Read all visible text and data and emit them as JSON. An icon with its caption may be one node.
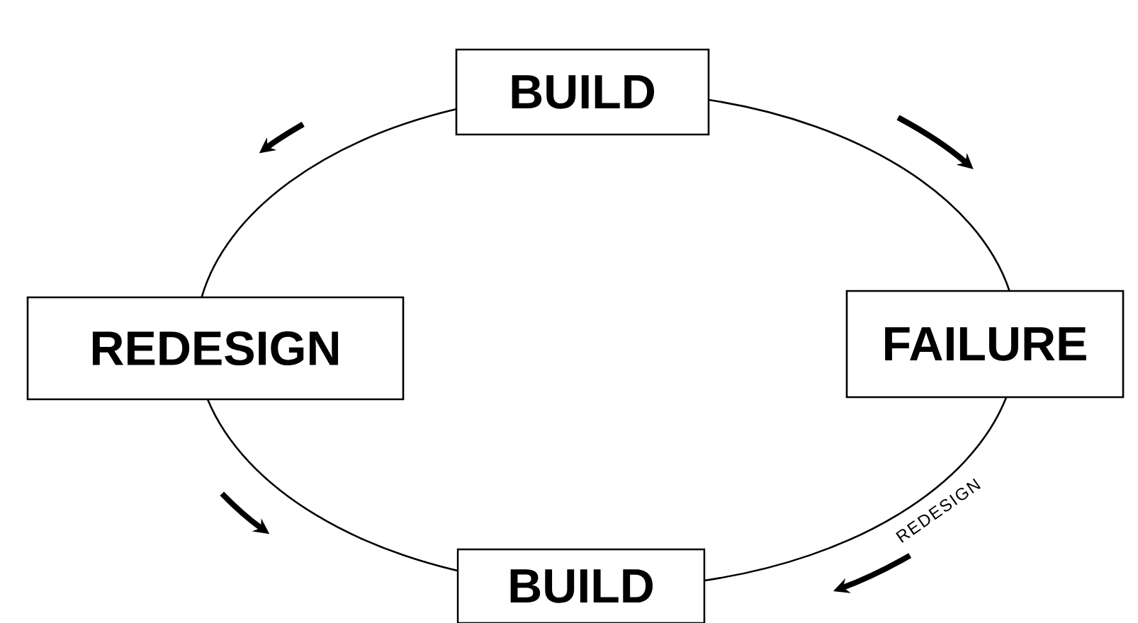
{
  "diagram": {
    "nodes": [
      {
        "text": [
          "BUILD"
        ]
      },
      {
        "text": [
          "REDESIGN"
        ]
      },
      {
        "text": [
          "FAILURE"
        ]
      },
      {
        "text": [
          "BUILD"
        ]
      }
    ],
    "edges": [
      {
        "from": 0,
        "to": 2,
        "arrow": "none"
      },
      {
        "from": 2,
        "to": 3,
        "arrow": "none",
        "label": "REDESIGN"
      },
      {
        "from": 1,
        "to": 3,
        "arrow": "none"
      },
      {
        "from": 1,
        "to": 0,
        "arrow": "none"
      }
    ]
  }
}
